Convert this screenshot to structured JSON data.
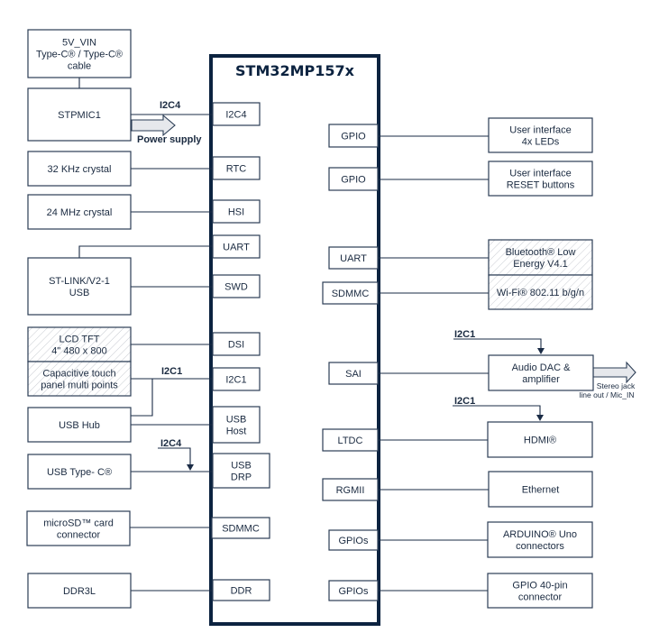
{
  "chip": {
    "title": "STM32MP157x"
  },
  "left_blocks": [
    {
      "id": "vin",
      "lines": [
        "5V_VIN",
        "Type-C® / Type-C®",
        "cable"
      ]
    },
    {
      "id": "pmic",
      "lines": [
        "STPMIC1"
      ]
    },
    {
      "id": "xtal32",
      "lines": [
        "32 KHz crystal"
      ]
    },
    {
      "id": "xtal24",
      "lines": [
        "24 MHz crystal"
      ]
    },
    {
      "id": "stlink",
      "lines": [
        "ST-LINK/V2-1",
        "USB"
      ]
    },
    {
      "id": "lcd",
      "lines": [
        "LCD TFT",
        "4\" 480 x 800"
      ],
      "hatched": true
    },
    {
      "id": "touch",
      "lines": [
        "Capacitive touch",
        "panel multi points"
      ],
      "hatched": true
    },
    {
      "id": "usbhub",
      "lines": [
        "USB Hub"
      ]
    },
    {
      "id": "usbc",
      "lines": [
        "USB Type- C®"
      ]
    },
    {
      "id": "sd",
      "lines": [
        "microSD™ card",
        "connector"
      ]
    },
    {
      "id": "ddr3l",
      "lines": [
        "DDR3L"
      ]
    }
  ],
  "left_ports": [
    {
      "id": "i2c4",
      "lines": [
        "I2C4"
      ]
    },
    {
      "id": "rtc",
      "lines": [
        "RTC"
      ]
    },
    {
      "id": "hsi",
      "lines": [
        "HSI"
      ]
    },
    {
      "id": "uart",
      "lines": [
        "UART"
      ]
    },
    {
      "id": "swd",
      "lines": [
        "SWD"
      ]
    },
    {
      "id": "dsi",
      "lines": [
        "DSI"
      ]
    },
    {
      "id": "i2c1",
      "lines": [
        "I2C1"
      ]
    },
    {
      "id": "usbhost",
      "lines": [
        "USB",
        "Host"
      ]
    },
    {
      "id": "usbdrp",
      "lines": [
        "USB",
        "DRP"
      ]
    },
    {
      "id": "sdmmc",
      "lines": [
        "SDMMC"
      ]
    },
    {
      "id": "ddr",
      "lines": [
        "DDR"
      ]
    }
  ],
  "right_ports": [
    {
      "id": "gpio1",
      "lines": [
        "GPIO"
      ]
    },
    {
      "id": "gpio2",
      "lines": [
        "GPIO"
      ]
    },
    {
      "id": "uart",
      "lines": [
        "UART"
      ]
    },
    {
      "id": "sdmmc",
      "lines": [
        "SDMMC"
      ]
    },
    {
      "id": "sai",
      "lines": [
        "SAI"
      ]
    },
    {
      "id": "ltdc",
      "lines": [
        "LTDC"
      ]
    },
    {
      "id": "rgmii",
      "lines": [
        "RGMII"
      ]
    },
    {
      "id": "gpios1",
      "lines": [
        "GPIOs"
      ]
    },
    {
      "id": "gpios2",
      "lines": [
        "GPIOs"
      ]
    }
  ],
  "right_blocks": [
    {
      "id": "leds",
      "lines": [
        "User interface",
        "4x LEDs"
      ]
    },
    {
      "id": "reset",
      "lines": [
        "User interface",
        "RESET buttons"
      ]
    },
    {
      "id": "ble",
      "lines": [
        "Bluetooth® Low",
        "Energy V4.1"
      ],
      "hatched": true
    },
    {
      "id": "wifi",
      "lines": [
        "Wi-Fi® 802.11 b/g/n"
      ],
      "hatched": true
    },
    {
      "id": "audio",
      "lines": [
        "Audio DAC &",
        "amplifier"
      ]
    },
    {
      "id": "hdmi",
      "lines": [
        "HDMI®"
      ]
    },
    {
      "id": "eth",
      "lines": [
        "Ethernet"
      ]
    },
    {
      "id": "arduino",
      "lines": [
        "ARDUINO® Uno",
        "connectors"
      ]
    },
    {
      "id": "gpio40",
      "lines": [
        "GPIO 40-pin",
        "connector"
      ]
    }
  ],
  "bus_labels": {
    "pmic_i2c4": "I2C4",
    "power_supply": "Power supply",
    "touch_i2c1": "I2C1",
    "usbc_i2c4": "I2C4",
    "audio_i2c1": "I2C1",
    "hdmi_i2c1": "I2C1",
    "audio_out_1": "Stereo jack",
    "audio_out_2": "line out / Mic_IN"
  }
}
